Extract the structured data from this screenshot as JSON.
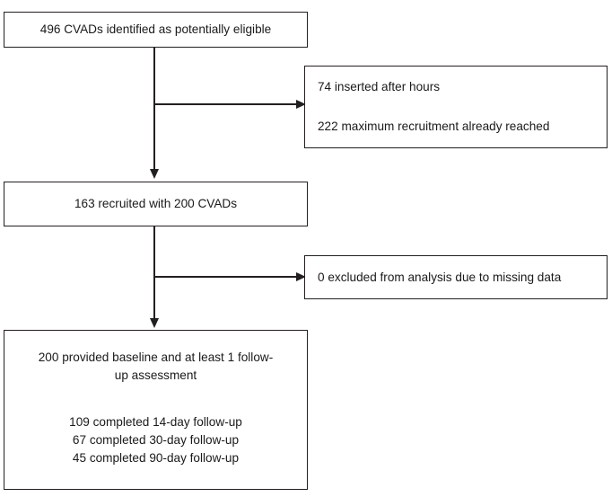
{
  "chart_data": {
    "type": "diagram",
    "title": "CONSORT-style participant flow diagram",
    "nodes": [
      {
        "id": "eligible",
        "label": "496 CVADs identified as potentially eligible",
        "count": 496,
        "align": "center"
      },
      {
        "id": "excluded_pre",
        "lines": [
          "74 inserted after hours",
          "222 maximum recruitment already reached"
        ],
        "counts": [
          74,
          222
        ],
        "align": "left"
      },
      {
        "id": "recruited",
        "label": "163 recruited with 200 CVADs",
        "counts": [
          163,
          200
        ],
        "align": "center"
      },
      {
        "id": "excluded_analysis",
        "label": "0 excluded from analysis due to missing data",
        "count": 0,
        "align": "left"
      },
      {
        "id": "analysed",
        "label": "200 provided baseline and at least 1 follow-up assessment",
        "count": 200,
        "align": "center",
        "sub_lines": [
          "109 completed 14-day follow-up",
          "67 completed 30-day follow-up",
          "45 completed 90-day follow-up"
        ],
        "sub_counts": [
          109,
          67,
          45
        ]
      }
    ],
    "edges": [
      {
        "from": "eligible",
        "to": "recruited",
        "kind": "vertical-arrow"
      },
      {
        "from": "eligible",
        "to": "excluded_pre",
        "kind": "branch-right-arrow"
      },
      {
        "from": "recruited",
        "to": "analysed",
        "kind": "vertical-arrow"
      },
      {
        "from": "recruited",
        "to": "excluded_analysis",
        "kind": "branch-right-arrow"
      }
    ],
    "colors": {
      "stroke": "#231f20",
      "text": "#1a1a1a",
      "background": "#ffffff"
    }
  },
  "boxes": {
    "eligible": {
      "text": "496 CVADs identified as potentially eligible"
    },
    "excluded_pre": {
      "line1": "74 inserted after hours",
      "line2": "222 maximum recruitment already reached"
    },
    "recruited": {
      "text": "163 recruited with 200 CVADs"
    },
    "excluded_analysis": {
      "text": "0 excluded from analysis due to missing data"
    },
    "analysed": {
      "main_line1": "200 provided baseline and at least 1 follow-",
      "main_line2": "up assessment",
      "sub1": "109 completed 14-day follow-up",
      "sub2": "67 completed 30-day follow-up",
      "sub3": "45 completed 90-day follow-up"
    }
  }
}
